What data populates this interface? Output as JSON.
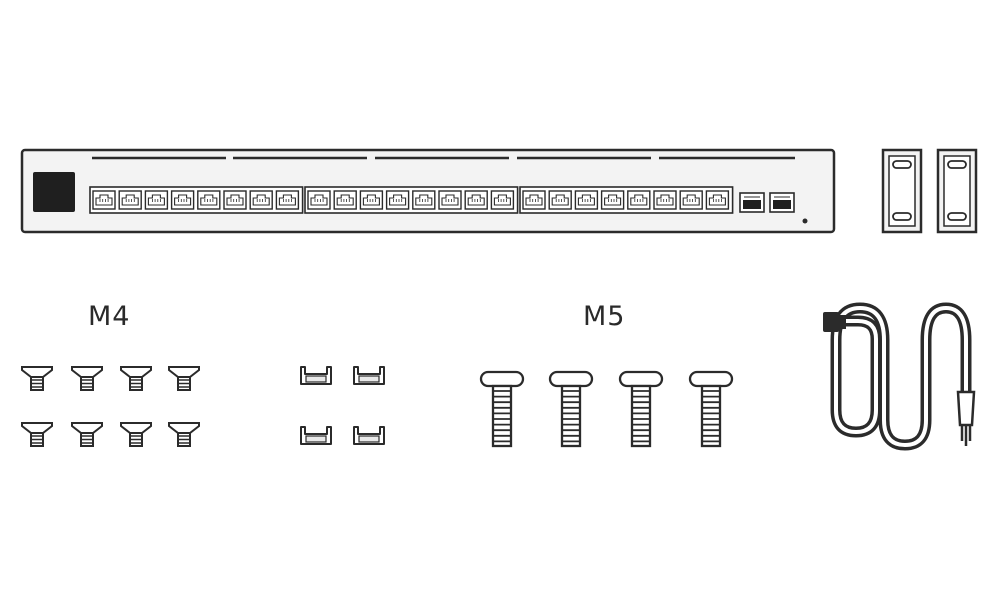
{
  "labels": {
    "m4": "M4",
    "m5": "M5"
  },
  "switch": {
    "rj45_port_groups": [
      8,
      8,
      8
    ],
    "sfp_ports": 2
  },
  "items": {
    "rack_ear_brackets": 2,
    "m4_screws": 8,
    "cable_clips": 4,
    "m5_screws": 4,
    "power_cords": 1
  },
  "colors": {
    "outline": "#2b2b2b",
    "fill": "#ffffff",
    "panel": "#f3f3f3",
    "display": "#1f1f1f"
  }
}
